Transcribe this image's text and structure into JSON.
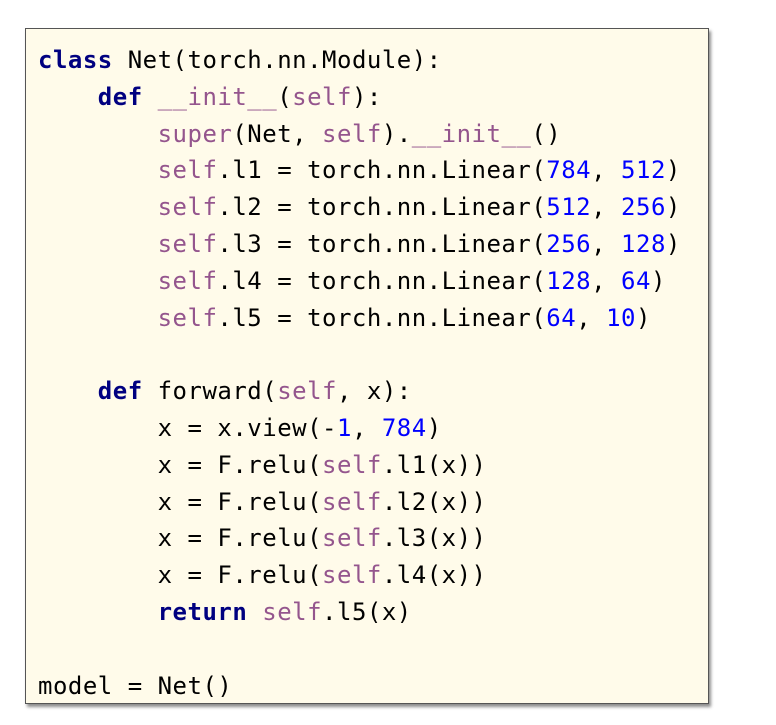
{
  "colors": {
    "keyword": "#000080",
    "self": "#94558d",
    "number": "#0000ff",
    "plain": "#000000",
    "background": "#fffbea",
    "border": "#555555"
  },
  "code": {
    "lines": [
      [
        {
          "t": "class",
          "k": "kw"
        },
        {
          "t": " Net(torch.nn.Module):",
          "k": "plain"
        }
      ],
      [
        {
          "t": "    ",
          "k": "plain"
        },
        {
          "t": "def",
          "k": "kw"
        },
        {
          "t": " ",
          "k": "plain"
        },
        {
          "t": "__init__",
          "k": "magic"
        },
        {
          "t": "(",
          "k": "plain"
        },
        {
          "t": "self",
          "k": "self"
        },
        {
          "t": "):",
          "k": "plain"
        }
      ],
      [
        {
          "t": "        ",
          "k": "plain"
        },
        {
          "t": "super",
          "k": "builtin"
        },
        {
          "t": "(Net, ",
          "k": "plain"
        },
        {
          "t": "self",
          "k": "self"
        },
        {
          "t": ").",
          "k": "plain"
        },
        {
          "t": "__init__",
          "k": "magic"
        },
        {
          "t": "()",
          "k": "plain"
        }
      ],
      [
        {
          "t": "        ",
          "k": "plain"
        },
        {
          "t": "self",
          "k": "self"
        },
        {
          "t": ".l1 = torch.nn.Linear(",
          "k": "plain"
        },
        {
          "t": "784",
          "k": "num"
        },
        {
          "t": ", ",
          "k": "plain"
        },
        {
          "t": "512",
          "k": "num"
        },
        {
          "t": ")",
          "k": "plain"
        }
      ],
      [
        {
          "t": "        ",
          "k": "plain"
        },
        {
          "t": "self",
          "k": "self"
        },
        {
          "t": ".l2 = torch.nn.Linear(",
          "k": "plain"
        },
        {
          "t": "512",
          "k": "num"
        },
        {
          "t": ", ",
          "k": "plain"
        },
        {
          "t": "256",
          "k": "num"
        },
        {
          "t": ")",
          "k": "plain"
        }
      ],
      [
        {
          "t": "        ",
          "k": "plain"
        },
        {
          "t": "self",
          "k": "self"
        },
        {
          "t": ".l3 = torch.nn.Linear(",
          "k": "plain"
        },
        {
          "t": "256",
          "k": "num"
        },
        {
          "t": ", ",
          "k": "plain"
        },
        {
          "t": "128",
          "k": "num"
        },
        {
          "t": ")",
          "k": "plain"
        }
      ],
      [
        {
          "t": "        ",
          "k": "plain"
        },
        {
          "t": "self",
          "k": "self"
        },
        {
          "t": ".l4 = torch.nn.Linear(",
          "k": "plain"
        },
        {
          "t": "128",
          "k": "num"
        },
        {
          "t": ", ",
          "k": "plain"
        },
        {
          "t": "64",
          "k": "num"
        },
        {
          "t": ")",
          "k": "plain"
        }
      ],
      [
        {
          "t": "        ",
          "k": "plain"
        },
        {
          "t": "self",
          "k": "self"
        },
        {
          "t": ".l5 = torch.nn.Linear(",
          "k": "plain"
        },
        {
          "t": "64",
          "k": "num"
        },
        {
          "t": ", ",
          "k": "plain"
        },
        {
          "t": "10",
          "k": "num"
        },
        {
          "t": ")",
          "k": "plain"
        }
      ],
      [],
      [
        {
          "t": "    ",
          "k": "plain"
        },
        {
          "t": "def",
          "k": "kw"
        },
        {
          "t": " forward(",
          "k": "plain"
        },
        {
          "t": "self",
          "k": "self"
        },
        {
          "t": ", x):",
          "k": "plain"
        }
      ],
      [
        {
          "t": "        x = x.view(-",
          "k": "plain"
        },
        {
          "t": "1",
          "k": "num"
        },
        {
          "t": ", ",
          "k": "plain"
        },
        {
          "t": "784",
          "k": "num"
        },
        {
          "t": ")",
          "k": "plain"
        }
      ],
      [
        {
          "t": "        x = F.relu(",
          "k": "plain"
        },
        {
          "t": "self",
          "k": "self"
        },
        {
          "t": ".l1(x))",
          "k": "plain"
        }
      ],
      [
        {
          "t": "        x = F.relu(",
          "k": "plain"
        },
        {
          "t": "self",
          "k": "self"
        },
        {
          "t": ".l2(x))",
          "k": "plain"
        }
      ],
      [
        {
          "t": "        x = F.relu(",
          "k": "plain"
        },
        {
          "t": "self",
          "k": "self"
        },
        {
          "t": ".l3(x))",
          "k": "plain"
        }
      ],
      [
        {
          "t": "        x = F.relu(",
          "k": "plain"
        },
        {
          "t": "self",
          "k": "self"
        },
        {
          "t": ".l4(x))",
          "k": "plain"
        }
      ],
      [
        {
          "t": "        ",
          "k": "plain"
        },
        {
          "t": "return",
          "k": "kw"
        },
        {
          "t": " ",
          "k": "plain"
        },
        {
          "t": "self",
          "k": "self"
        },
        {
          "t": ".l5(x)",
          "k": "plain"
        }
      ],
      [],
      [
        {
          "t": "model = Net()",
          "k": "plain"
        }
      ]
    ]
  }
}
